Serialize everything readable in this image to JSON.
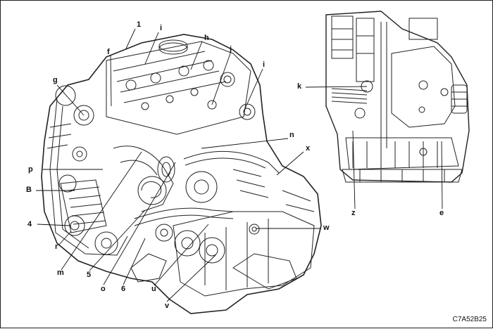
{
  "callouts": {
    "c1": "1",
    "ci1": "i",
    "ch": "h",
    "cj": "j",
    "ci2": "i",
    "cf": "f",
    "cg": "g",
    "cn": "n",
    "cx": "x",
    "cp": "p",
    "cB": "B",
    "c4": "4",
    "cr": "r",
    "cm": "m",
    "c5": "5",
    "co": "o",
    "c6": "6",
    "cu": "u",
    "cv": "v",
    "cw": "w",
    "ck": "k",
    "cz": "z",
    "ce": "e"
  },
  "figure_code": "C7A52B25"
}
